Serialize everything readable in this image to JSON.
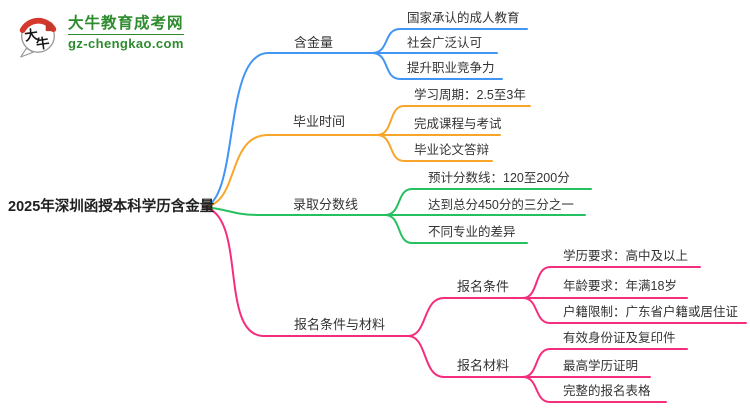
{
  "logo": {
    "mark_text": "大牛",
    "site_name": "大牛教育成考网",
    "site_url": "gz-chengkao.com",
    "brand_green": "#2e8b2e",
    "brand_red": "#d4392c"
  },
  "mindmap": {
    "root": "2025年深圳函授本科学历含金量",
    "branches": [
      {
        "label": "含金量",
        "color": "#4395f4",
        "children": [
          {
            "label": "国家承认的成人教育"
          },
          {
            "label": "社会广泛认可"
          },
          {
            "label": "提升职业竞争力"
          }
        ]
      },
      {
        "label": "毕业时间",
        "color": "#f7a629",
        "children": [
          {
            "label": "学习周期：2.5至3年"
          },
          {
            "label": "完成课程与考试"
          },
          {
            "label": "毕业论文答辩"
          }
        ]
      },
      {
        "label": "录取分数线",
        "color": "#25c05f",
        "children": [
          {
            "label": "预计分数线：120至200分"
          },
          {
            "label": "达到总分450分的三分之一"
          },
          {
            "label": "不同专业的差异"
          }
        ]
      },
      {
        "label": "报名条件与材料",
        "color": "#f52d7d",
        "children": [
          {
            "label": "报名条件",
            "children": [
              {
                "label": "学历要求：高中及以上"
              },
              {
                "label": "年龄要求：年满18岁"
              },
              {
                "label": "户籍限制：广东省户籍或居住证"
              }
            ]
          },
          {
            "label": "报名材料",
            "children": [
              {
                "label": "有效身份证及复印件"
              },
              {
                "label": "最高学历证明"
              },
              {
                "label": "完整的报名表格"
              }
            ]
          }
        ]
      }
    ]
  }
}
